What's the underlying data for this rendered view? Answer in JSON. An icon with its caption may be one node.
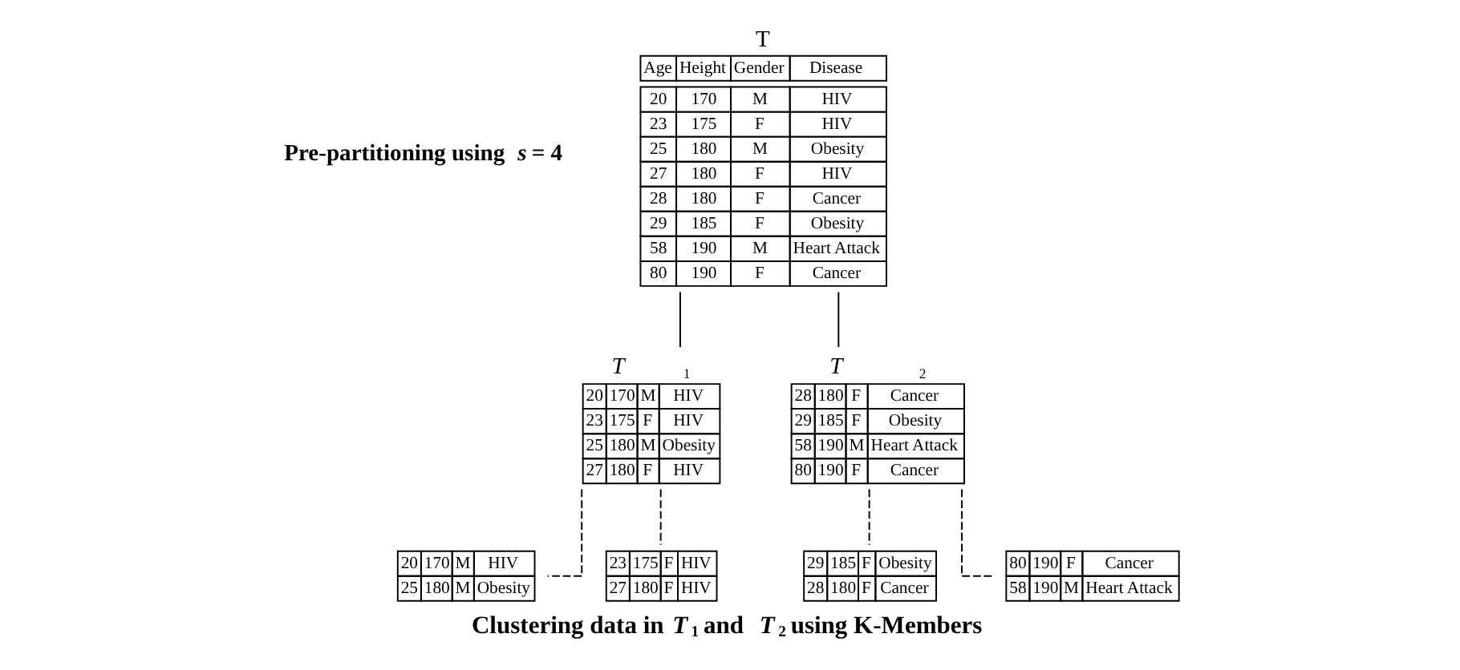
{
  "diagram": {
    "caption": "Clustering data in *T*$_{1}$ and *T*$_{2}$ using K-Members",
    "nodes": [
      {
        "text": [
          "Age",
          "Height",
          "Gender",
          "Disease",
          "20",
          "170",
          "M",
          "HIV",
          "23",
          "175",
          "F",
          "HIV",
          "25",
          "180",
          "M",
          "Obesity",
          "27",
          "180",
          "F",
          "HIV",
          "28",
          "180",
          "F",
          "Cancer",
          "29",
          "185",
          "F",
          "Obesity",
          "58",
          "190",
          "M",
          "Heart Attack",
          "80",
          "190",
          "F",
          "Cancer"
        ],
        "beside": [
          "T"
        ]
      },
      {
        "text": [
          "20",
          "170",
          "M",
          "HIV",
          "23",
          "175",
          "F",
          "HIV",
          "25",
          "180",
          "M",
          "Obesity",
          "27",
          "180",
          "F",
          "HIV"
        ],
        "beside": [
          "*T*$_{1}$"
        ]
      },
      {
        "text": [
          "28",
          "180",
          "F",
          "Cancer",
          "29",
          "185",
          "F",
          "Obesity",
          "58",
          "190",
          "M",
          "Heart Attack",
          "80",
          "190",
          "F",
          "Cancer"
        ],
        "beside": [
          "*T*$_{2}$"
        ]
      },
      {
        "text": [
          "20",
          "170",
          "M",
          "HIV",
          "25",
          "180",
          "M",
          "Obesity"
        ]
      },
      {
        "text": [
          "23",
          "175",
          "F",
          "HIV",
          "27",
          "180",
          "F",
          "HIV"
        ]
      },
      {
        "text": [
          "29",
          "185",
          "F",
          "Obesity",
          "28",
          "180",
          "F",
          "Cancer"
        ]
      },
      {
        "text": [
          "80",
          "190",
          "F",
          "Cancer",
          "58",
          "190",
          "M",
          "Heart Attack"
        ]
      }
    ],
    "edges": [
      {
        "from": 0,
        "to": 1,
        "arrow": "none"
      },
      {
        "from": 0,
        "to": 2,
        "arrow": "none"
      },
      {
        "from": 1,
        "to": 3,
        "arrow": "none",
        "style": "dashed"
      },
      {
        "from": 1,
        "to": 4,
        "arrow": "none",
        "style": "dashed"
      },
      {
        "from": 2,
        "to": 5,
        "arrow": "none",
        "style": "dashed"
      },
      {
        "from": 2,
        "to": 6,
        "arrow": "none",
        "style": "dashed"
      }
    ],
    "labels": [
      "Pre-partitioning using *s* = 4"
    ]
  }
}
